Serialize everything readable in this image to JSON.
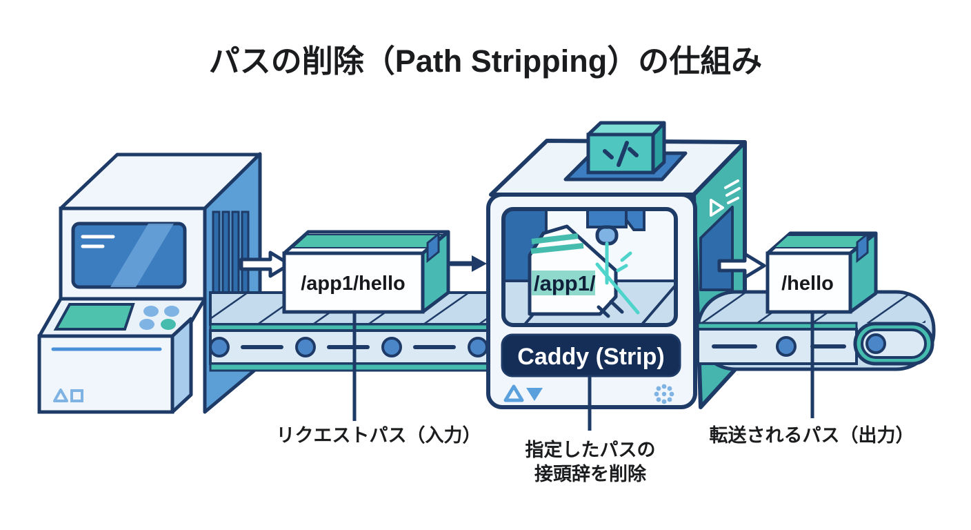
{
  "title": "パスの削除（Path Stripping）の仕組み",
  "flow": {
    "input_box_label": "/app1/hello",
    "stripped_prefix_label": "/app1/",
    "machine_name": "Caddy (Strip)",
    "output_box_label": "/hello"
  },
  "captions": {
    "input": "リクエストパス（入力）",
    "process_line1": "指定したパスの",
    "process_line2": "接頭辞を削除",
    "output": "転送されるパス（出力）"
  },
  "colors": {
    "outline_navy": "#1e3a66",
    "label_navy": "#152e57",
    "dark_blue": "#2e6cab",
    "mid_blue": "#4a86c8",
    "slot_blue": "#3d7ec2",
    "light_blue": "#7fb3e3",
    "pale_blue_belt": "#c3dbed",
    "roller_band": "#dbe9f5",
    "teal": "#45b5ae",
    "teal_bright": "#4fc2ae",
    "teal_chip": "#4fc7c0",
    "laser_teal": "#4fd4cb",
    "highlight_teal": "#8fd8cc",
    "machine_body": "#f0f6fb",
    "text_dark": "#1b1c1e"
  }
}
